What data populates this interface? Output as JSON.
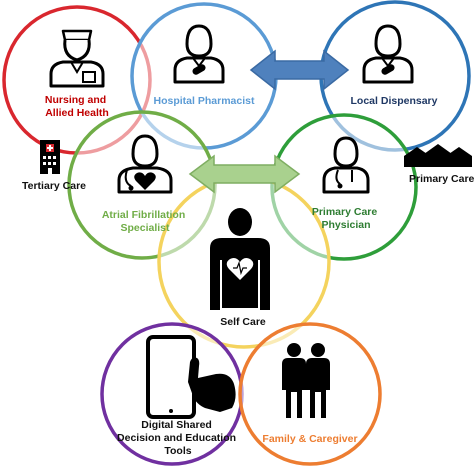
{
  "nodes": {
    "nursing": {
      "lines": [
        "Nursing and",
        "Allied Health"
      ],
      "color": "#c00000",
      "circle_color": "#d9272e"
    },
    "hospital_pharmacist": {
      "lines": [
        "Hospital Pharmacist"
      ],
      "color": "#5b9bd5",
      "circle_color": "#5b9bd5"
    },
    "local_dispensary": {
      "lines": [
        "Local Dispensary"
      ],
      "color": "#1f3864",
      "circle_color": "#2e75b6"
    },
    "af_specialist": {
      "lines": [
        "Atrial Fibrillation",
        "Specialist"
      ],
      "color": "#70ad47",
      "circle_color": "#70ad47"
    },
    "primary_care_physician": {
      "lines": [
        "Primary Care",
        "Physician"
      ],
      "color": "#2e7d32",
      "circle_color": "#2e9e3a"
    },
    "self_care": {
      "lines": [
        "Self Care"
      ],
      "color": "#111111",
      "circle_color": "#f4d35e"
    },
    "digital_tools": {
      "lines": [
        "Digital Shared",
        "Decision and Education",
        "Tools"
      ],
      "color": "#111111",
      "circle_color": "#7030a0"
    },
    "family": {
      "lines": [
        "Family & Caregiver"
      ],
      "color": "#ed7d31",
      "circle_color": "#ed7d31"
    }
  },
  "side_labels": {
    "tertiary_care": "Tertiary Care",
    "primary_care": "Primary Care"
  },
  "icons": [
    "nurse-icon",
    "pharmacist-icon",
    "dispensary-pharmacist-icon",
    "cardiologist-icon",
    "physician-icon",
    "patient-icon",
    "tablet-hand-icon",
    "family-icon",
    "hospital-building-icon",
    "houses-icon",
    "double-arrow-icon"
  ],
  "colors": {
    "arrow_blue": "#4f81bd",
    "arrow_green": "#a9d18e",
    "icon": "#000000"
  }
}
